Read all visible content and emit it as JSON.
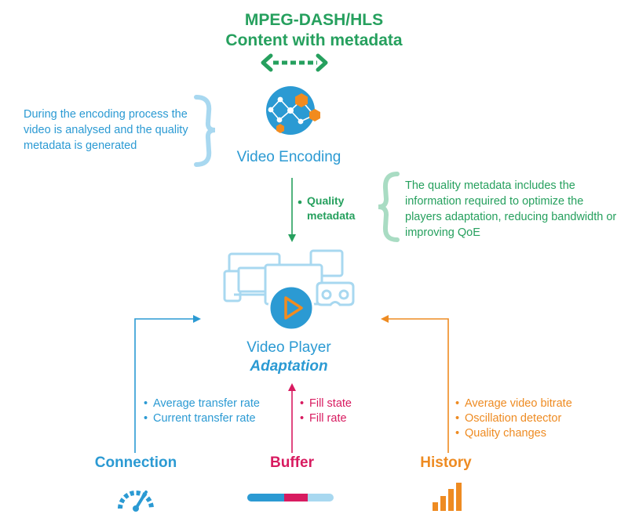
{
  "header": {
    "title_line1": "MPEG-DASH/HLS",
    "title_line2": "Content with metadata",
    "color": "#26a05e"
  },
  "encoding": {
    "note": "During the encoding process the video is analysed and the quality metadata is generated",
    "label": "Video Encoding",
    "icon": "network-nodes-icon"
  },
  "metadata": {
    "label_line1": "Quality",
    "label_line2": "metadata",
    "note": "The quality metadata includes the information required to optimize the players adaptation, reducing bandwidth or improving QoE"
  },
  "player": {
    "label": "Video Player",
    "sublabel": "Adaptation",
    "icon": "devices-play-icon"
  },
  "sources": {
    "connection": {
      "label": "Connection",
      "items": [
        "Average transfer rate",
        "Current transfer rate"
      ],
      "icon": "speedometer-icon",
      "color": "#2b9ad3"
    },
    "buffer": {
      "label": "Buffer",
      "items": [
        "Fill state",
        "Fill rate"
      ],
      "icon": "buffer-bar-icon",
      "color": "#d81b60"
    },
    "history": {
      "label": "History",
      "items": [
        "Average video bitrate",
        "Oscillation detector",
        "Quality changes"
      ],
      "icon": "bar-chart-icon",
      "color": "#ee8b22"
    }
  },
  "colors": {
    "blue": "#2b9ad3",
    "green": "#26a05e",
    "magenta": "#d81b60",
    "orange": "#ee8b22",
    "light_blue": "#a8d8f0",
    "light_green": "#a9dcc3"
  }
}
